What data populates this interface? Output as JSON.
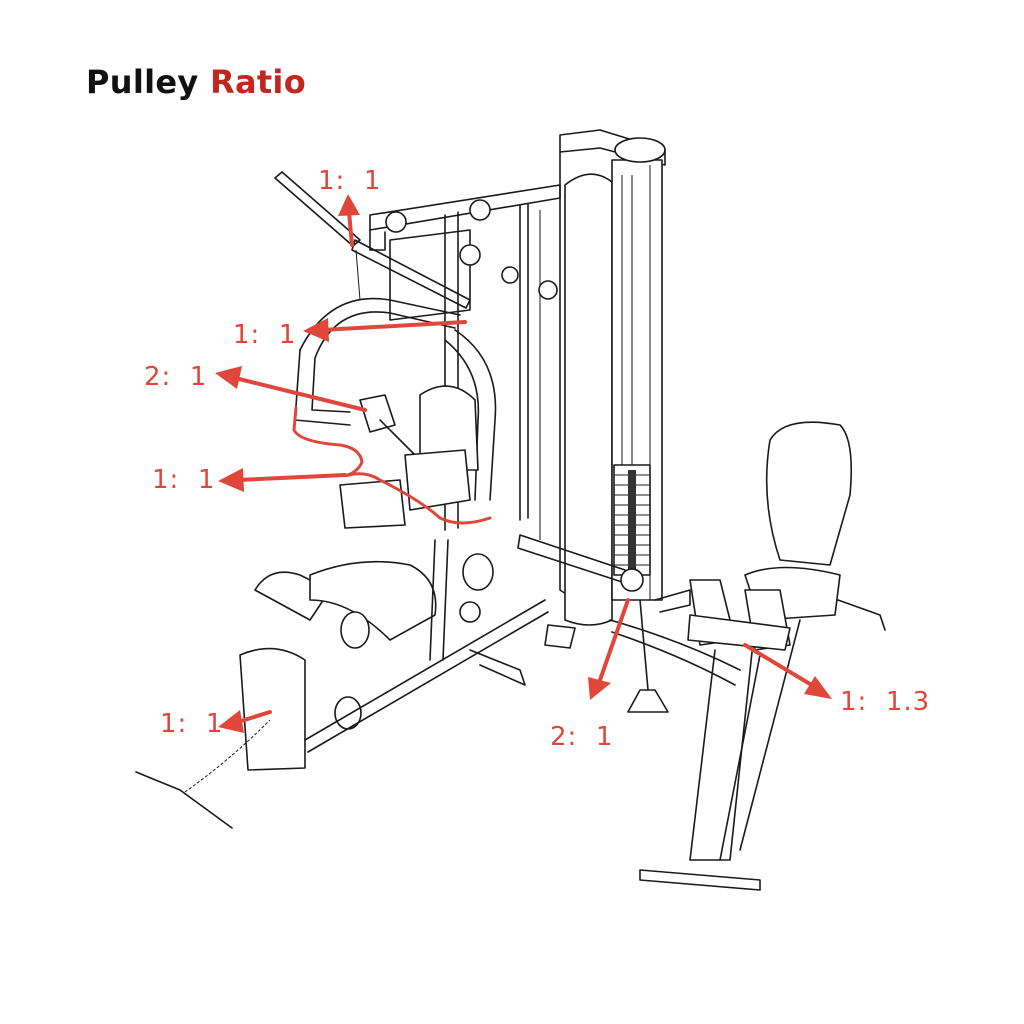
{
  "title": {
    "word1": "Pulley",
    "word2": "Ratio"
  },
  "colors": {
    "title_dark": "#111111",
    "title_accent": "#c0281f",
    "annotation": "#e0463a",
    "line_art": "#1a1a1a"
  },
  "ratios": [
    {
      "id": "top-handle",
      "label": "1:  1"
    },
    {
      "id": "high-pulley",
      "label": "1:  1"
    },
    {
      "id": "press-arm",
      "label": "2:  1"
    },
    {
      "id": "pec-deck",
      "label": "1:  1"
    },
    {
      "id": "low-pulley",
      "label": "1:  1"
    },
    {
      "id": "mid-pulley",
      "label": "2:  1"
    },
    {
      "id": "leg-press",
      "label": "1:  1.3"
    }
  ]
}
